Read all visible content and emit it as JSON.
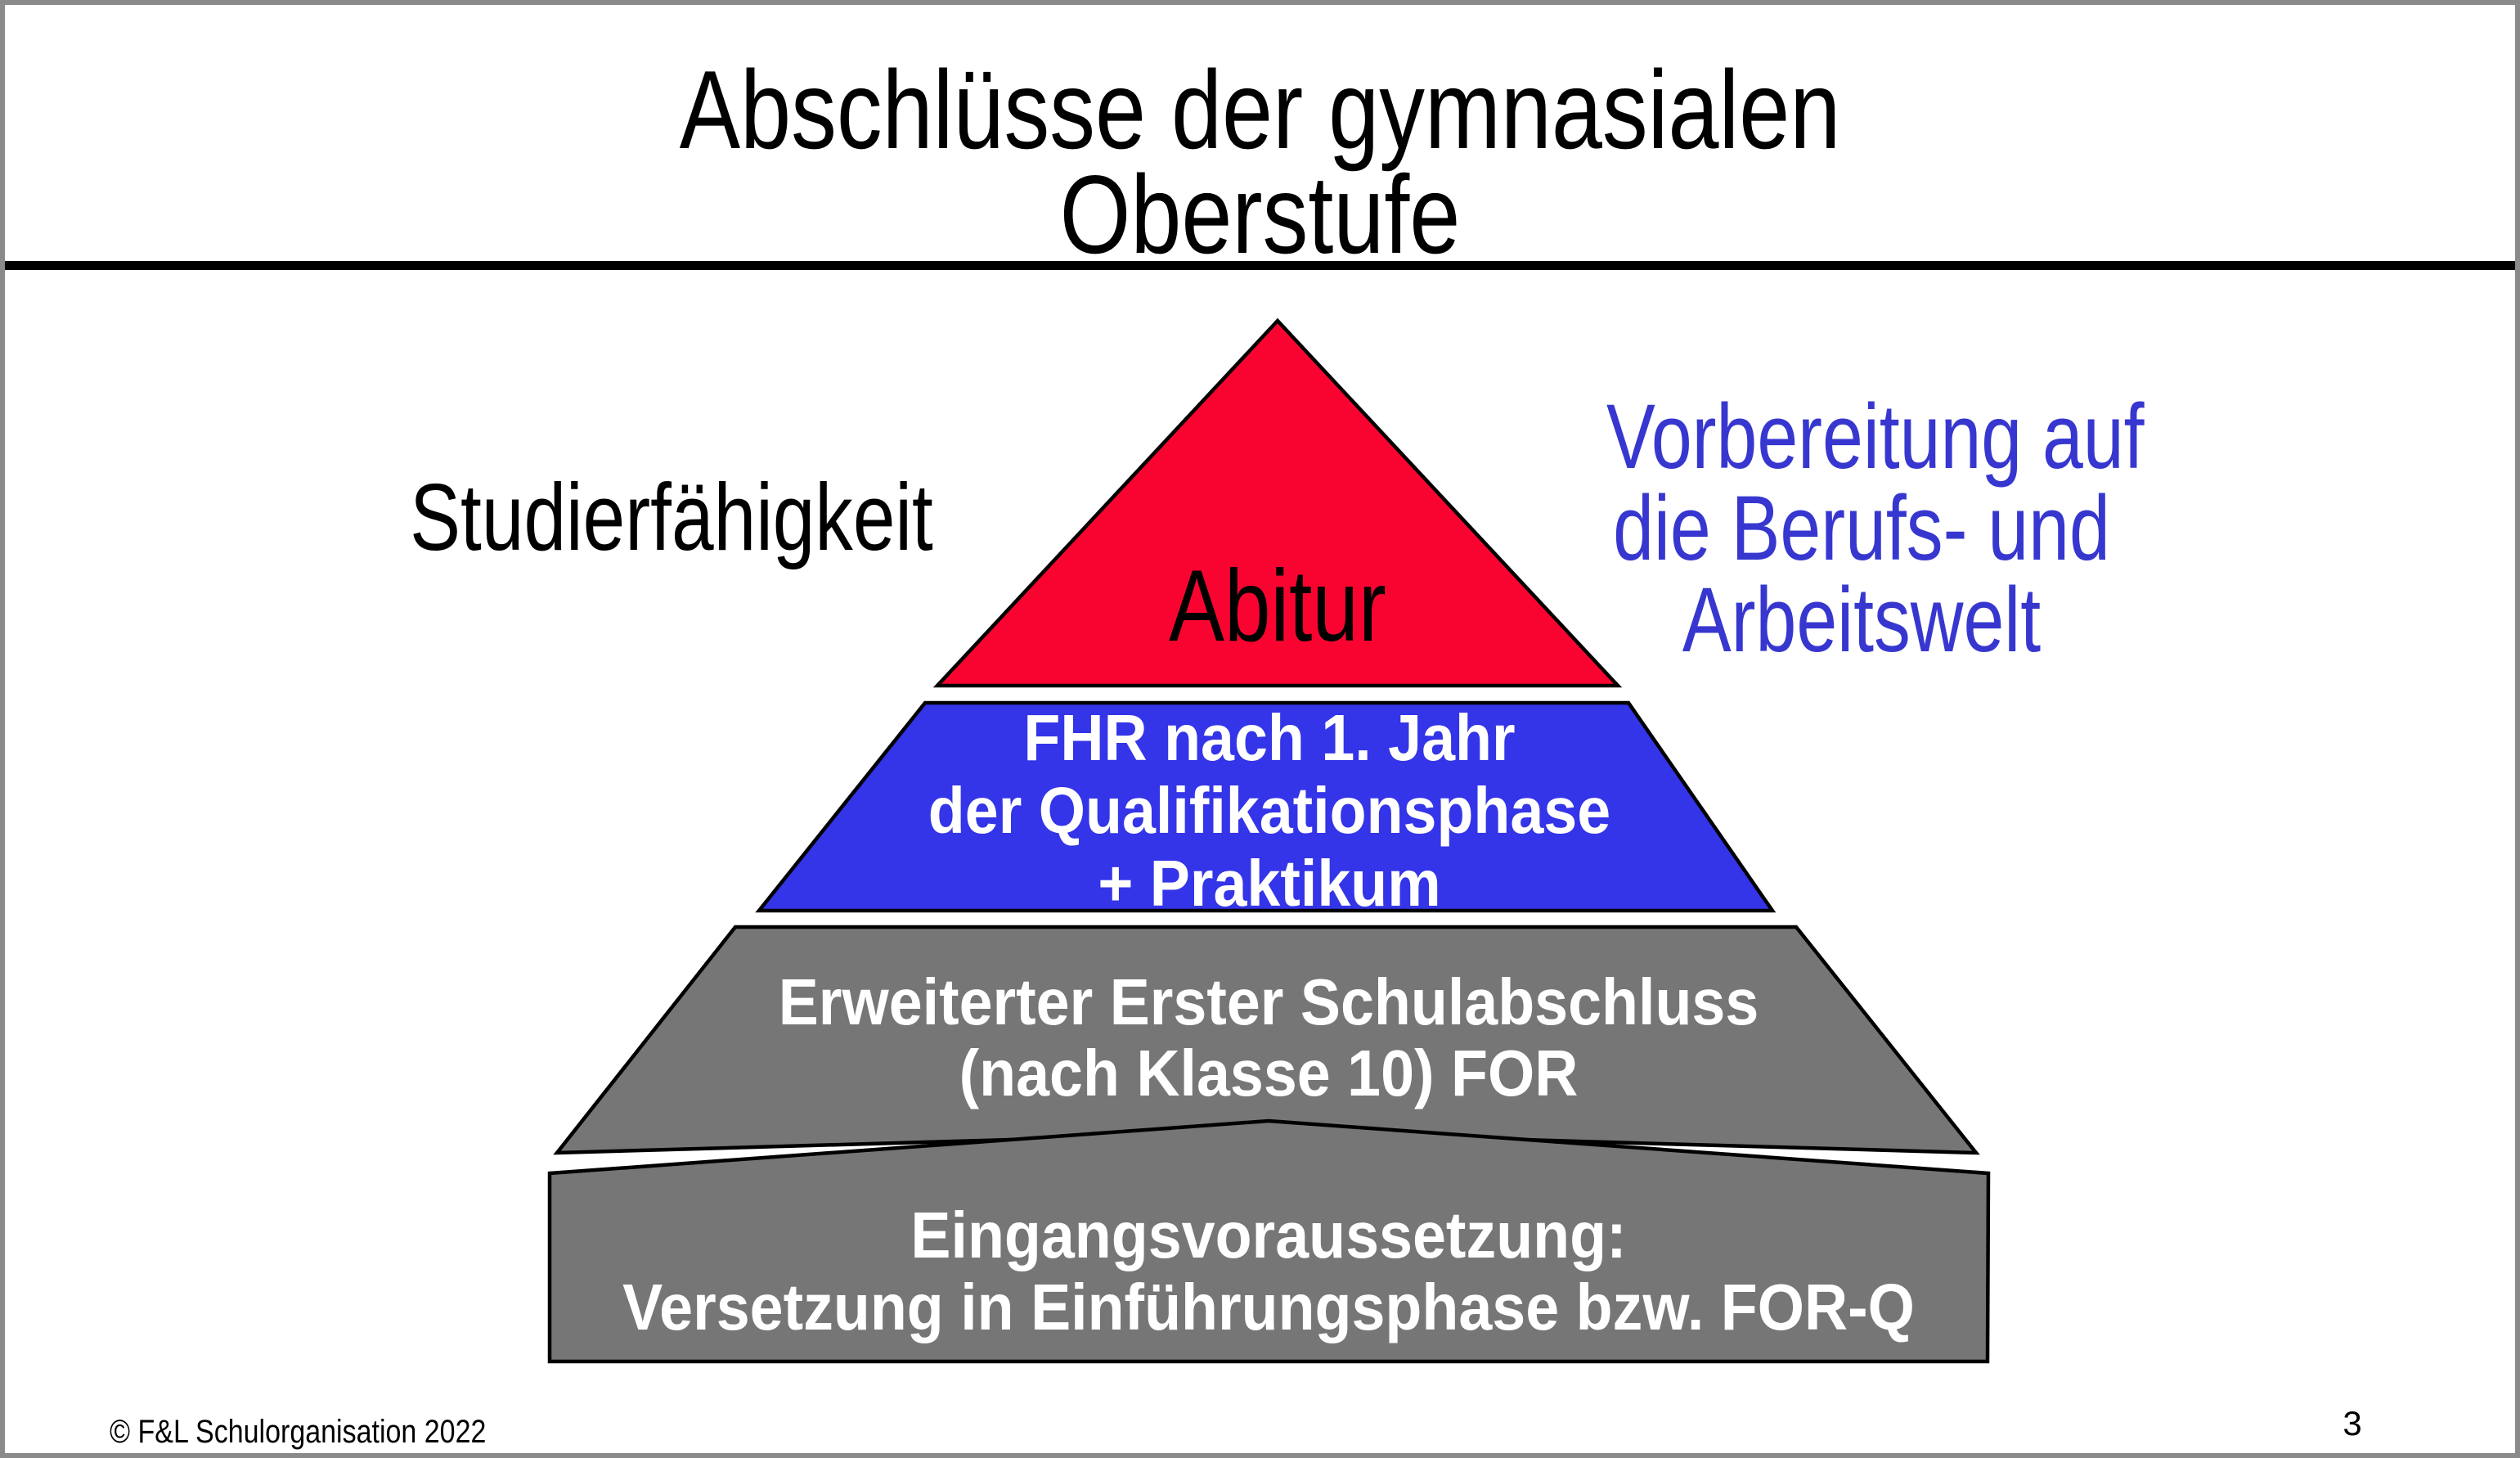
{
  "slide": {
    "title_lines": [
      "Abschlüsse der gymnasialen",
      "Oberstufe"
    ],
    "background": "#ffffff",
    "border_color": "#8a8a8a",
    "divider_color": "#000000"
  },
  "annotations": {
    "left": {
      "text": "Studierfähigkeit",
      "color": "#000000"
    },
    "right": {
      "lines": [
        "Vorbereitung auf",
        "die Berufs- und",
        "Arbeitswelt"
      ],
      "color": "#3737d0"
    }
  },
  "pyramid": {
    "outline_color": "#000000",
    "levels": [
      {
        "id": "abitur",
        "fill": "#f90430",
        "text_color": "#000000",
        "label_lines": [
          "Abitur"
        ]
      },
      {
        "id": "fhr",
        "fill": "#3434e8",
        "text_color": "#ffffff",
        "label_lines": [
          "FHR nach 1. Jahr",
          "der Qualifikationsphase",
          "+ Praktikum"
        ]
      },
      {
        "id": "for",
        "fill": "#767676",
        "text_color": "#ffffff",
        "label_lines": [
          "Erweiterter Erster Schulabschluss",
          "(nach Klasse 10) FOR"
        ]
      },
      {
        "id": "entry",
        "fill": "#767676",
        "text_color": "#ffffff",
        "label_lines": [
          "Eingangsvoraussetzung:",
          "Versetzung in Einführungsphase bzw. FOR-Q"
        ]
      }
    ]
  },
  "footer": {
    "copyright": "© F&L Schulorganisation 2022",
    "page_number": "3"
  }
}
